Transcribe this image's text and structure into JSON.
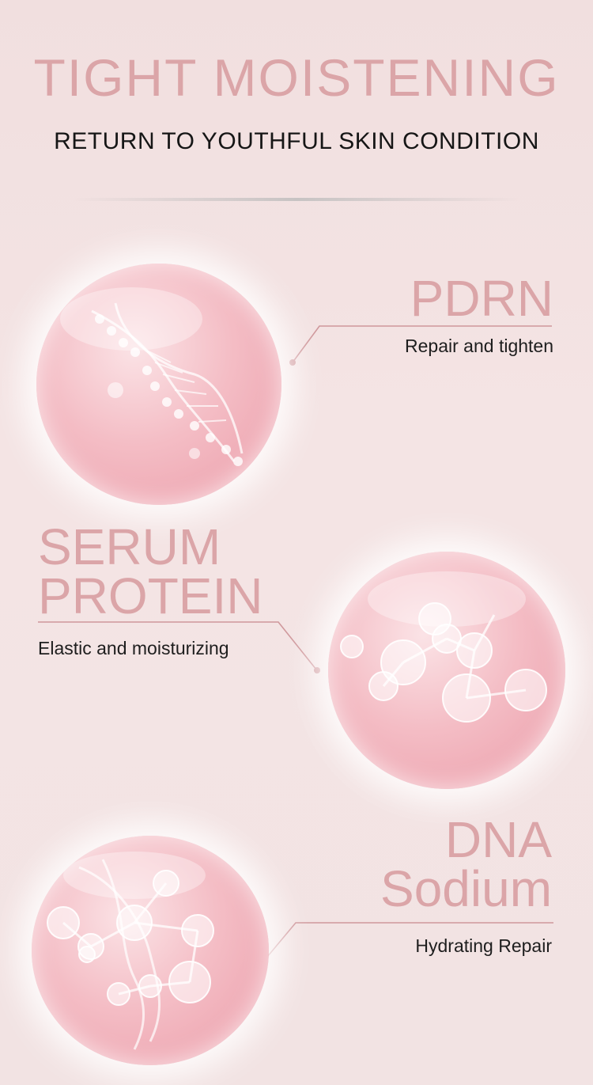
{
  "header": {
    "title": "TIGHT MOISTENING",
    "subtitle": "RETURN TO YOUTHFUL SKIN CONDITION"
  },
  "ingredients": [
    {
      "name": "PDRN",
      "description": "Repair and tighten"
    },
    {
      "name_line1": "SERUM",
      "name_line2": "PROTEIN",
      "description": "Elastic and moisturizing"
    },
    {
      "name_line1": "DNA",
      "name_line2": "Sodium",
      "description": "Hydrating Repair"
    }
  ],
  "colors": {
    "accent": "#dba5a8",
    "background": "#f3e2e2",
    "text": "#1e1e1e",
    "line": "#cf979b"
  }
}
